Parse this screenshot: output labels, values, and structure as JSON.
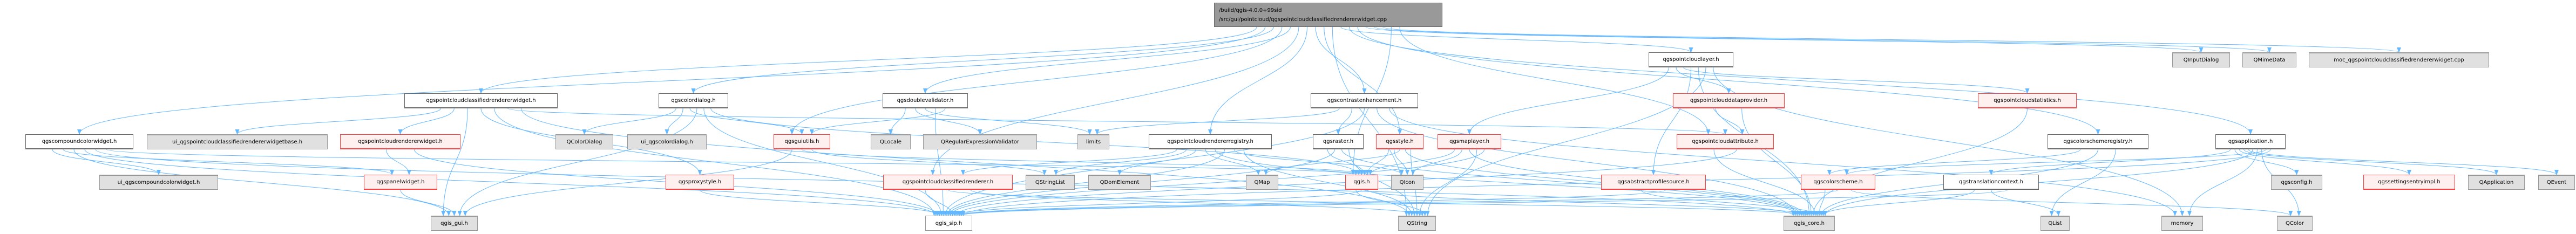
{
  "graph": {
    "title_lines": [
      "/build/qgis-4.0.0+99sid",
      "/src/gui/pointcloud/qgspointcloudclassifiedrendererwidget.cpp"
    ],
    "edge_color": "#63b8ff",
    "nodes": [
      {
        "id": "root",
        "style": "root",
        "label": "/build/qgis-4.0.0+99sid"
      },
      {
        "id": "pcclswidget",
        "style": "white",
        "label": "qgspointcloudclassifiedrendererwidget.h"
      },
      {
        "id": "compoundcolor",
        "style": "white",
        "label": "qgscompoundcolorwidget.h"
      },
      {
        "id": "ui_pccls",
        "style": "gray",
        "label": "ui_qgspointcloudclassifiedrendererwidgetbase.h"
      },
      {
        "id": "pcrenderwidget",
        "style": "red",
        "label": "qgspointcloudrendererwidget.h"
      },
      {
        "id": "colordialog",
        "style": "white",
        "label": "qgscolordialog.h"
      },
      {
        "id": "qcolordialog",
        "style": "gray",
        "label": "QColorDialog"
      },
      {
        "id": "ui_colordialog",
        "style": "gray",
        "label": "ui_qgscolordialog.h"
      },
      {
        "id": "guiutils",
        "style": "red",
        "label": "qgsguiutils.h"
      },
      {
        "id": "ui_compound",
        "style": "gray",
        "label": "ui_qgscompoundcolorwidget.h"
      },
      {
        "id": "panelwidget",
        "style": "red",
        "label": "qgspanelwidget.h"
      },
      {
        "id": "proxystyle",
        "style": "red",
        "label": "qgsproxystyle.h"
      },
      {
        "id": "qgis_gui",
        "style": "gray",
        "label": "qgis_gui.h"
      },
      {
        "id": "doublevalidator",
        "style": "white",
        "label": "qgsdoublevalidator.h"
      },
      {
        "id": "qlocale",
        "style": "gray",
        "label": "QLocale"
      },
      {
        "id": "qregexval",
        "style": "gray",
        "label": "QRegularExpressionValidator"
      },
      {
        "id": "limits",
        "style": "gray",
        "label": "limits"
      },
      {
        "id": "contrast",
        "style": "white",
        "label": "qgscontrastenhancement.h"
      },
      {
        "id": "pcregistry",
        "style": "white",
        "label": "qgspointcloudrendererregistry.h"
      },
      {
        "id": "raster",
        "style": "white",
        "label": "qgsraster.h"
      },
      {
        "id": "style",
        "style": "red",
        "label": "qgsstyle.h"
      },
      {
        "id": "maplayer",
        "style": "red",
        "label": "qgsmaplayer.h"
      },
      {
        "id": "pcclsrenderer",
        "style": "red",
        "label": "qgspointcloudclassifiedrenderer.h"
      },
      {
        "id": "qstringlist",
        "style": "gray",
        "label": "QStringList"
      },
      {
        "id": "qdomelement",
        "style": "gray",
        "label": "QDomElement"
      },
      {
        "id": "qmap",
        "style": "gray",
        "label": "QMap"
      },
      {
        "id": "qgis_h",
        "style": "red",
        "label": "qgis.h"
      },
      {
        "id": "qicon",
        "style": "gray",
        "label": "QIcon"
      },
      {
        "id": "qgis_sip",
        "style": "leaf-white",
        "label": "qgis_sip.h"
      },
      {
        "id": "qstring",
        "style": "gray",
        "label": "QString"
      },
      {
        "id": "pclayer",
        "style": "white",
        "label": "qgspointcloudlayer.h"
      },
      {
        "id": "pcdataprovider",
        "style": "red",
        "label": "qgspointclouddataprovider.h"
      },
      {
        "id": "pcstatistics",
        "style": "red",
        "label": "qgspointcloudstatistics.h"
      },
      {
        "id": "pcattribute",
        "style": "red",
        "label": "qgspointcloudattribute.h"
      },
      {
        "id": "profilesource",
        "style": "red",
        "label": "qgsabstractprofilesource.h"
      },
      {
        "id": "colorscheme",
        "style": "red",
        "label": "qgscolorscheme.h"
      },
      {
        "id": "colorschemereg",
        "style": "white",
        "label": "qgscolorschemeregistry.h"
      },
      {
        "id": "translation",
        "style": "white",
        "label": "qgstranslationcontext.h"
      },
      {
        "id": "application",
        "style": "white",
        "label": "qgsapplication.h"
      },
      {
        "id": "qgsconfig",
        "style": "gray",
        "label": "qgsconfig.h"
      },
      {
        "id": "settingsentry",
        "style": "red",
        "label": "qgssettingsentryimpl.h"
      },
      {
        "id": "qapplication",
        "style": "gray",
        "label": "QApplication"
      },
      {
        "id": "qevent",
        "style": "gray",
        "label": "QEvent"
      },
      {
        "id": "qgis_core",
        "style": "gray",
        "label": "qgis_core.h"
      },
      {
        "id": "qlist",
        "style": "gray",
        "label": "QList"
      },
      {
        "id": "memory",
        "style": "gray",
        "label": "memory"
      },
      {
        "id": "qcolor",
        "style": "gray",
        "label": "QColor"
      },
      {
        "id": "qinputdialog",
        "style": "gray",
        "label": "QInputDialog"
      },
      {
        "id": "qmimedata",
        "style": "gray",
        "label": "QMimeData"
      },
      {
        "id": "moc",
        "style": "gray",
        "label": "moc_qgspointcloudclassifiedrendererwidget.cpp"
      }
    ],
    "edges": [
      [
        "root",
        "pcclswidget"
      ],
      [
        "root",
        "compoundcolor"
      ],
      [
        "root",
        "colordialog"
      ],
      [
        "root",
        "guiutils"
      ],
      [
        "root",
        "doublevalidator"
      ],
      [
        "root",
        "pcclsrenderer"
      ],
      [
        "root",
        "pcregistry"
      ],
      [
        "root",
        "contrast"
      ],
      [
        "root",
        "style"
      ],
      [
        "root",
        "qstring"
      ],
      [
        "root",
        "pclayer"
      ],
      [
        "root",
        "application"
      ],
      [
        "root",
        "colorschemereg"
      ],
      [
        "root",
        "qinputdialog"
      ],
      [
        "root",
        "qmimedata"
      ],
      [
        "root",
        "moc"
      ],
      [
        "root",
        "qgis_h"
      ],
      [
        "root",
        "pcattribute"
      ],
      [
        "pcclswidget",
        "ui_pccls"
      ],
      [
        "pcclswidget",
        "pcrenderwidget"
      ],
      [
        "pcclswidget",
        "qgis_gui"
      ],
      [
        "pcclswidget",
        "proxystyle"
      ],
      [
        "pcclswidget",
        "qgis_sip"
      ],
      [
        "pcclswidget",
        "pcattribute"
      ],
      [
        "pcclswidget",
        "qstring"
      ],
      [
        "compoundcolor",
        "ui_compound"
      ],
      [
        "compoundcolor",
        "panelwidget"
      ],
      [
        "compoundcolor",
        "qgis_gui"
      ],
      [
        "compoundcolor",
        "qgis_sip"
      ],
      [
        "compoundcolor",
        "qgis_core"
      ],
      [
        "compoundcolor",
        "qgis_h"
      ],
      [
        "pcrenderwidget",
        "panelwidget"
      ],
      [
        "pcrenderwidget",
        "qgis_sip"
      ],
      [
        "panelwidget",
        "qgis_gui"
      ],
      [
        "proxystyle",
        "qgis_sip"
      ],
      [
        "colordialog",
        "qcolordialog"
      ],
      [
        "colordialog",
        "ui_colordialog"
      ],
      [
        "colordialog",
        "guiutils"
      ],
      [
        "colordialog",
        "qgis_gui"
      ],
      [
        "colordialog",
        "qgis_sip"
      ],
      [
        "colordialog",
        "qgis_h"
      ],
      [
        "guiutils",
        "qgis_gui"
      ],
      [
        "guiutils",
        "qgis_h"
      ],
      [
        "guiutils",
        "qstringlist"
      ],
      [
        "doublevalidator",
        "qlocale"
      ],
      [
        "doublevalidator",
        "qregexval"
      ],
      [
        "doublevalidator",
        "limits"
      ],
      [
        "doublevalidator",
        "qgis_sip"
      ],
      [
        "doublevalidator",
        "guiutils"
      ],
      [
        "contrast",
        "limits"
      ],
      [
        "contrast",
        "raster"
      ],
      [
        "contrast",
        "qgis_sip"
      ],
      [
        "contrast",
        "qgis_core"
      ],
      [
        "contrast",
        "memory"
      ],
      [
        "pcregistry",
        "pcclsrenderer"
      ],
      [
        "pcregistry",
        "qstringlist"
      ],
      [
        "pcregistry",
        "qdomelement"
      ],
      [
        "pcregistry",
        "qmap"
      ],
      [
        "pcregistry",
        "qgis_core"
      ],
      [
        "pcregistry",
        "qgis_sip"
      ],
      [
        "pcregistry",
        "qicon"
      ],
      [
        "pcregistry",
        "qstring"
      ],
      [
        "raster",
        "qgis_h"
      ],
      [
        "raster",
        "qgis_sip"
      ],
      [
        "raster",
        "qgis_core"
      ],
      [
        "raster",
        "qstring"
      ],
      [
        "style",
        "qgis_h"
      ],
      [
        "style",
        "qicon"
      ],
      [
        "style",
        "qmap"
      ],
      [
        "style",
        "qgis_core"
      ],
      [
        "style",
        "qstring"
      ],
      [
        "maplayer",
        "qgis_h"
      ],
      [
        "maplayer",
        "qicon"
      ],
      [
        "maplayer",
        "qgis_core"
      ],
      [
        "maplayer",
        "qstring"
      ],
      [
        "maplayer",
        "qgis_sip"
      ],
      [
        "pcclsrenderer",
        "qgis_sip"
      ],
      [
        "pcclsrenderer",
        "qgis_core"
      ],
      [
        "pcclsrenderer",
        "qstring"
      ],
      [
        "qgis_h",
        "qstring"
      ],
      [
        "qgis_h",
        "qgis_sip"
      ],
      [
        "qgis_h",
        "qgis_core"
      ],
      [
        "pclayer",
        "maplayer"
      ],
      [
        "pclayer",
        "pcdataprovider"
      ],
      [
        "pclayer",
        "pcstatistics"
      ],
      [
        "pclayer",
        "profilesource"
      ],
      [
        "pclayer",
        "qgis_core"
      ],
      [
        "pclayer",
        "qstring"
      ],
      [
        "pclayer",
        "memory"
      ],
      [
        "pcdataprovider",
        "pcattribute"
      ],
      [
        "pcdataprovider",
        "qgis_core"
      ],
      [
        "pcstatistics",
        "qgis_core"
      ],
      [
        "pcattribute",
        "qgis_core"
      ],
      [
        "pcattribute",
        "qgis_sip"
      ],
      [
        "profilesource",
        "qgis_core"
      ],
      [
        "profilesource",
        "qgis_sip"
      ],
      [
        "colorscheme",
        "qgis_core"
      ],
      [
        "colorscheme",
        "qgis_sip"
      ],
      [
        "colorscheme",
        "qcolor"
      ],
      [
        "colorschemereg",
        "colorscheme"
      ],
      [
        "colorschemereg",
        "qgis_core"
      ],
      [
        "colorschemereg",
        "qlist"
      ],
      [
        "translation",
        "qgis_core"
      ],
      [
        "translation",
        "qlist"
      ],
      [
        "translation",
        "qgis_sip"
      ],
      [
        "application",
        "translation"
      ],
      [
        "application",
        "qgsconfig"
      ],
      [
        "application",
        "settingsentry"
      ],
      [
        "application",
        "qapplication"
      ],
      [
        "application",
        "qevent"
      ],
      [
        "application",
        "qgis_core"
      ],
      [
        "application",
        "memory"
      ],
      [
        "application",
        "qcolor"
      ],
      [
        "application",
        "colorscheme"
      ],
      [
        "application",
        "qgis_sip"
      ]
    ]
  }
}
